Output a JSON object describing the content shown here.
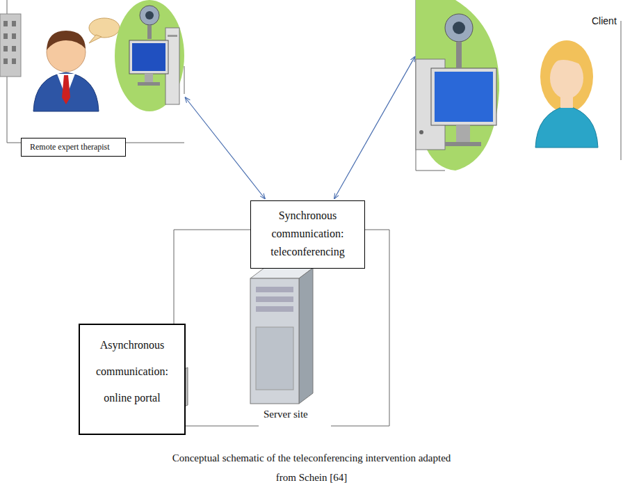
{
  "diagram": {
    "caption": "Conceptual schematic of the teleconferencing intervention adapted from Schein [64]",
    "nodes": [
      {
        "text": [
          "Remote expert therapist"
        ]
      },
      {
        "text": [
          "Client"
        ]
      },
      {
        "text": [
          "Synchronous communication: teleconferencing"
        ]
      },
      {
        "text": [
          "Asynchronous communication: online portal"
        ]
      }
    ],
    "edges": [
      {
        "from": 0,
        "to": 2,
        "arrow": "both"
      },
      {
        "from": 1,
        "to": 2,
        "arrow": "both"
      }
    ],
    "labels": [
      "Server site"
    ]
  }
}
